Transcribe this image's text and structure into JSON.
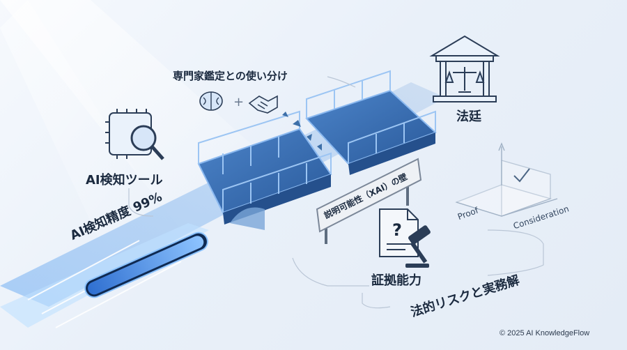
{
  "labels": {
    "expert_usage": "専門家鑑定との使い分け",
    "court": "法廷",
    "ai_tool": "AI検知ツール",
    "accuracy": "AI検知精度 99%",
    "xai_wall": "説明可能性（XAI）の壁",
    "evidence": "証拠能力",
    "legal_risk": "法的リスクと実務解",
    "proof": "Proof",
    "consideration": "Consideration",
    "copyright": "© 2025 AI KnowledgeFlow"
  },
  "progress": {
    "accuracy_percent": 99
  },
  "icons": [
    "brain-icon",
    "plus-icon",
    "handshake-icon",
    "courthouse-scales-icon",
    "ai-chip-magnifier-icon",
    "document-question-icon",
    "gavel-icon",
    "check-icon"
  ],
  "colors": {
    "accent": "#3b8be0",
    "dark": "#1b2a3f",
    "bridge": "#6fa6e6"
  }
}
